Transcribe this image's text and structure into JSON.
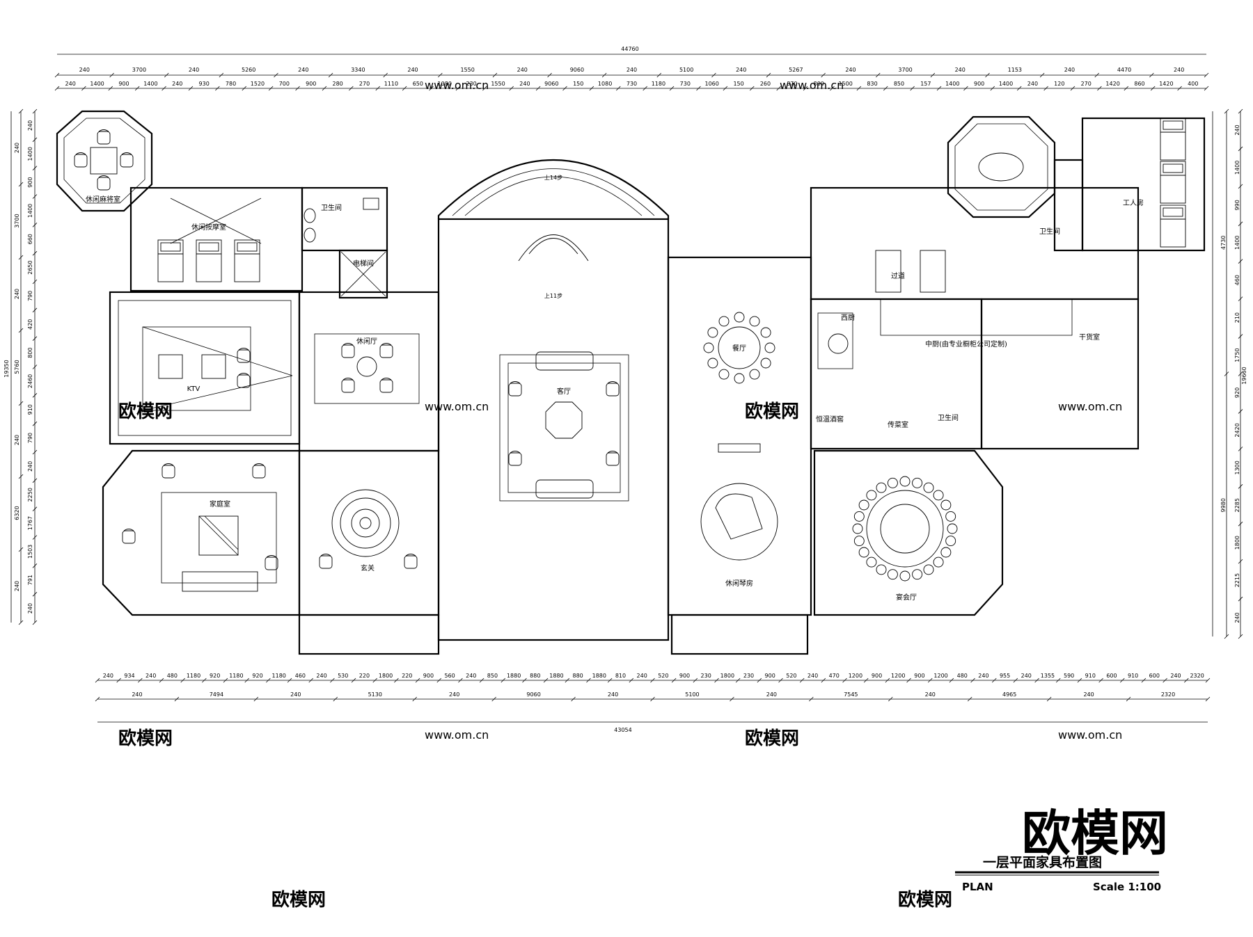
{
  "drawing": {
    "title": "一层平面家具布置图",
    "plan_label": "PLAN",
    "scale_label": "Scale 1:100",
    "watermark_logo": "欧模网",
    "watermark_url": "www.om.cn"
  },
  "rooms": {
    "mahjong": "休闲麻将室",
    "massage": "休闲按摩室",
    "wc_left": "卫生间",
    "elevator": "电梯间",
    "ktv": "KTV",
    "leisure_hall": "休闲厅",
    "family_room": "家庭室",
    "foyer": "玄关",
    "living": "客厅",
    "dining": "餐厅",
    "piano": "休闲琴房",
    "banquet": "宴会厅",
    "wine": "恒温酒窖",
    "pantry": "传菜室",
    "wc_mid": "卫生间",
    "chinese_kitchen": "中厨(由专业橱柜公司定制)",
    "western_kitchen": "西厨",
    "passage": "过道",
    "dry_store": "干货室",
    "worker_room": "工人房",
    "wc_right": "卫生间",
    "stair_up_top": "上14步",
    "stair_up_bottom": "上11步"
  },
  "dims": {
    "top_total": "44760",
    "top_row2": [
      "240",
      "3700",
      "240",
      "5260",
      "240",
      "3340",
      "240",
      "1550",
      "240",
      "9060",
      "240",
      "5100",
      "240",
      "5267",
      "240",
      "3700",
      "240",
      "1153",
      "240",
      "4470",
      "240"
    ],
    "top_row3": [
      "240",
      "1400",
      "900",
      "1400",
      "240",
      "930",
      "780",
      "1520",
      "700",
      "900",
      "280",
      "270",
      "1110",
      "650",
      "1080",
      "230",
      "1550",
      "240",
      "9060",
      "150",
      "1080",
      "730",
      "1180",
      "730",
      "1060",
      "150",
      "260",
      "870",
      "800",
      "1500",
      "830",
      "850",
      "157",
      "1400",
      "900",
      "1400",
      "240",
      "120",
      "270",
      "1420",
      "860",
      "1420",
      "400"
    ],
    "bottom_row1": [
      "240",
      "934",
      "240",
      "480",
      "1180",
      "920",
      "1180",
      "920",
      "1180",
      "460",
      "240",
      "530",
      "220",
      "1800",
      "220",
      "900",
      "560",
      "240",
      "850",
      "1880",
      "880",
      "1880",
      "880",
      "1880",
      "810",
      "240",
      "520",
      "900",
      "230",
      "1800",
      "230",
      "900",
      "520",
      "240",
      "470",
      "1200",
      "900",
      "1200",
      "900",
      "1200",
      "480",
      "240",
      "955",
      "240",
      "1355",
      "590",
      "910",
      "600",
      "910",
      "600",
      "240",
      "2320"
    ],
    "bottom_row2": [
      "240",
      "7494",
      "240",
      "5130",
      "240",
      "9060",
      "240",
      "5100",
      "240",
      "7545",
      "240",
      "4965",
      "240",
      "2320"
    ],
    "bottom_total": "43054",
    "left_total": "19350",
    "left_row2": [
      "240",
      "3700",
      "240",
      "5760",
      "240",
      "6320",
      "240"
    ],
    "left_row3": [
      "240",
      "1400",
      "900",
      "1400",
      "660",
      "2650",
      "790",
      "420",
      "800",
      "2460",
      "910",
      "790",
      "240",
      "2250",
      "1767",
      "1503",
      "791",
      "240"
    ],
    "right_total": "19660",
    "right_row2": [
      "4730",
      "9980"
    ],
    "right_row3": [
      "240",
      "1400",
      "990",
      "1400",
      "460",
      "210",
      "1750",
      "920",
      "2420",
      "1300",
      "2285",
      "1800",
      "2215",
      "240"
    ]
  }
}
